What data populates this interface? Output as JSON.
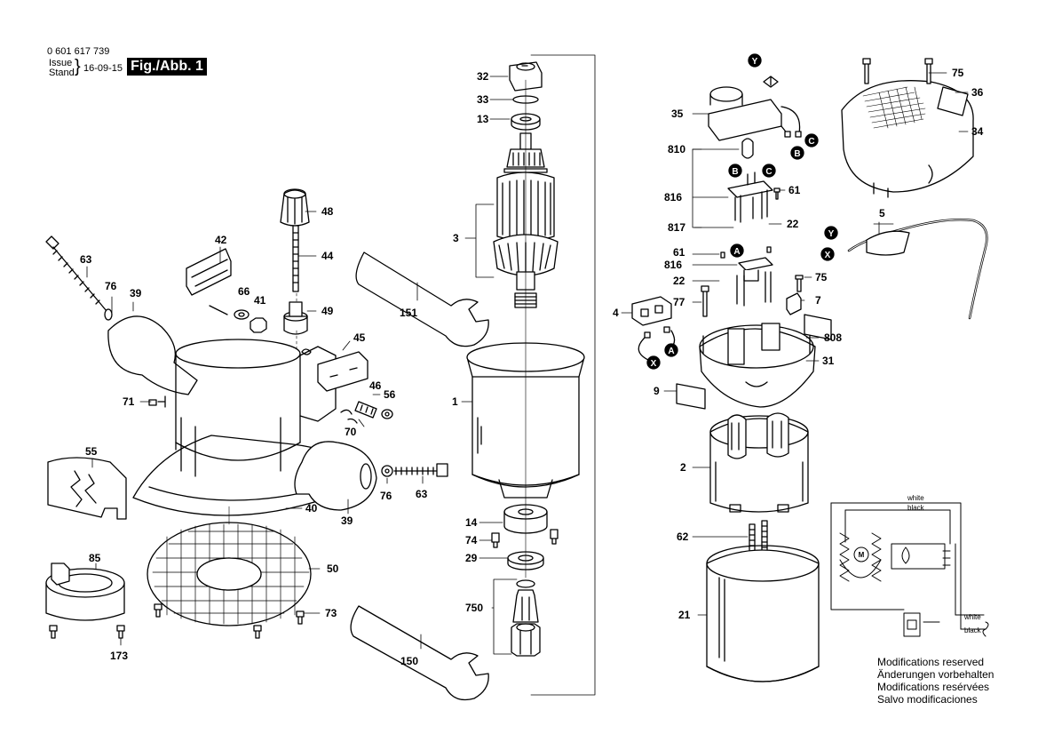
{
  "header": {
    "part_number": "0 601 617 739",
    "issue_label": "Issue",
    "stand_label": "Stand",
    "date": "16-09-15",
    "figure": "Fig./Abb. 1"
  },
  "callouts": {
    "c32": "32",
    "c33": "33",
    "c13": "13",
    "c3": "3",
    "c151": "151",
    "c1": "1",
    "c14": "14",
    "c74": "74",
    "c29": "29",
    "c750": "750",
    "c150": "150",
    "c48": "48",
    "c44": "44",
    "c49": "49",
    "c42": "42",
    "c66": "66",
    "c41": "41",
    "c63a": "63",
    "c76a": "76",
    "c39a": "39",
    "c45": "45",
    "c46": "46",
    "c56": "56",
    "c70": "70",
    "c71": "71",
    "c55": "55",
    "c40": "40",
    "c39b": "39",
    "c76b": "76",
    "c63b": "63",
    "c50": "50",
    "c73": "73",
    "c85": "85",
    "c173": "173",
    "c75a": "75",
    "c36": "36",
    "c34": "34",
    "c35": "35",
    "c810": "810",
    "c816a": "816",
    "c61a": "61",
    "c22a": "22",
    "c817": "817",
    "c5": "5",
    "c61b": "61",
    "c816b": "816",
    "c22b": "22",
    "c75b": "75",
    "c77": "77",
    "c7": "7",
    "c4": "4",
    "c808": "808",
    "c31": "31",
    "c9": "9",
    "c2": "2",
    "c62": "62",
    "c21": "21"
  },
  "markers": {
    "y1": "Y",
    "c1": "C",
    "b1": "B",
    "b2": "B",
    "c2": "C",
    "y2": "Y",
    "x1": "X",
    "a1": "A",
    "a2": "A",
    "x2": "X"
  },
  "wiring": {
    "white_top": "white",
    "black_top": "black",
    "motor": "M",
    "white_bottom": "white",
    "black_bottom": "black"
  },
  "modifications": [
    "Modifications reserved",
    "Änderungen vorbehalten",
    "Modifications resérvées",
    "Salvo modificaciones"
  ]
}
